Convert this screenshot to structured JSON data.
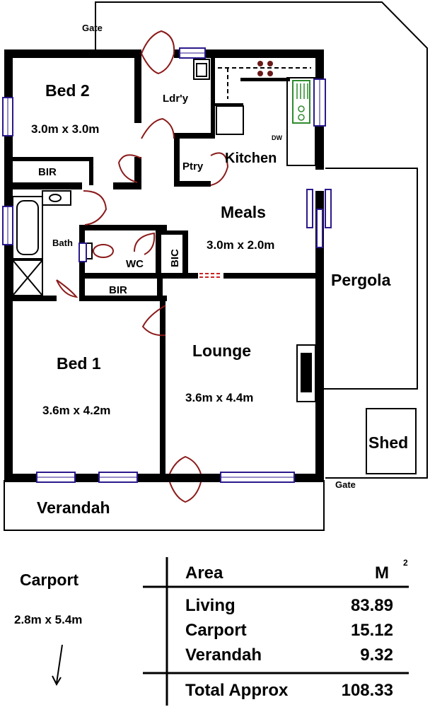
{
  "plan": {
    "rooms": {
      "bed2": {
        "name": "Bed 2",
        "dims": "3.0m x 3.0m"
      },
      "laundry": {
        "name": "Ldr'y"
      },
      "kitchen": {
        "name": "Kitchen",
        "dw": "DW"
      },
      "pantry": {
        "name": "Ptry"
      },
      "bir_top": {
        "name": "BIR"
      },
      "meals": {
        "name": "Meals",
        "dims": "3.0m x 2.0m"
      },
      "bath": {
        "name": "Bath"
      },
      "wc": {
        "name": "WC"
      },
      "bic": {
        "name": "BIC"
      },
      "bir_mid": {
        "name": "BIR"
      },
      "pergola": {
        "name": "Pergola"
      },
      "bed1": {
        "name": "Bed 1",
        "dims": "3.6m x 4.2m"
      },
      "lounge": {
        "name": "Lounge",
        "dims": "3.6m x 4.4m"
      },
      "shed": {
        "name": "Shed"
      },
      "verandah": {
        "name": "Verandah"
      },
      "carport": {
        "name": "Carport",
        "dims": "2.8m x 5.4m"
      }
    },
    "gate_top": "Gate",
    "gate_right": "Gate"
  },
  "area_table": {
    "header_label": "Area",
    "header_unit": "M",
    "header_unit_sup": "2",
    "rows": [
      {
        "label": "Living",
        "value": "83.89"
      },
      {
        "label": "Carport",
        "value": "15.12"
      },
      {
        "label": "Verandah",
        "value": "9.32"
      }
    ],
    "total_label": "Total Approx",
    "total_value": "108.33"
  },
  "colors": {
    "wall": "#000000",
    "door": "#8b1a1a",
    "window": "#2a1a8c",
    "sink": "#2e8b2e",
    "divider": "#cc2222"
  }
}
